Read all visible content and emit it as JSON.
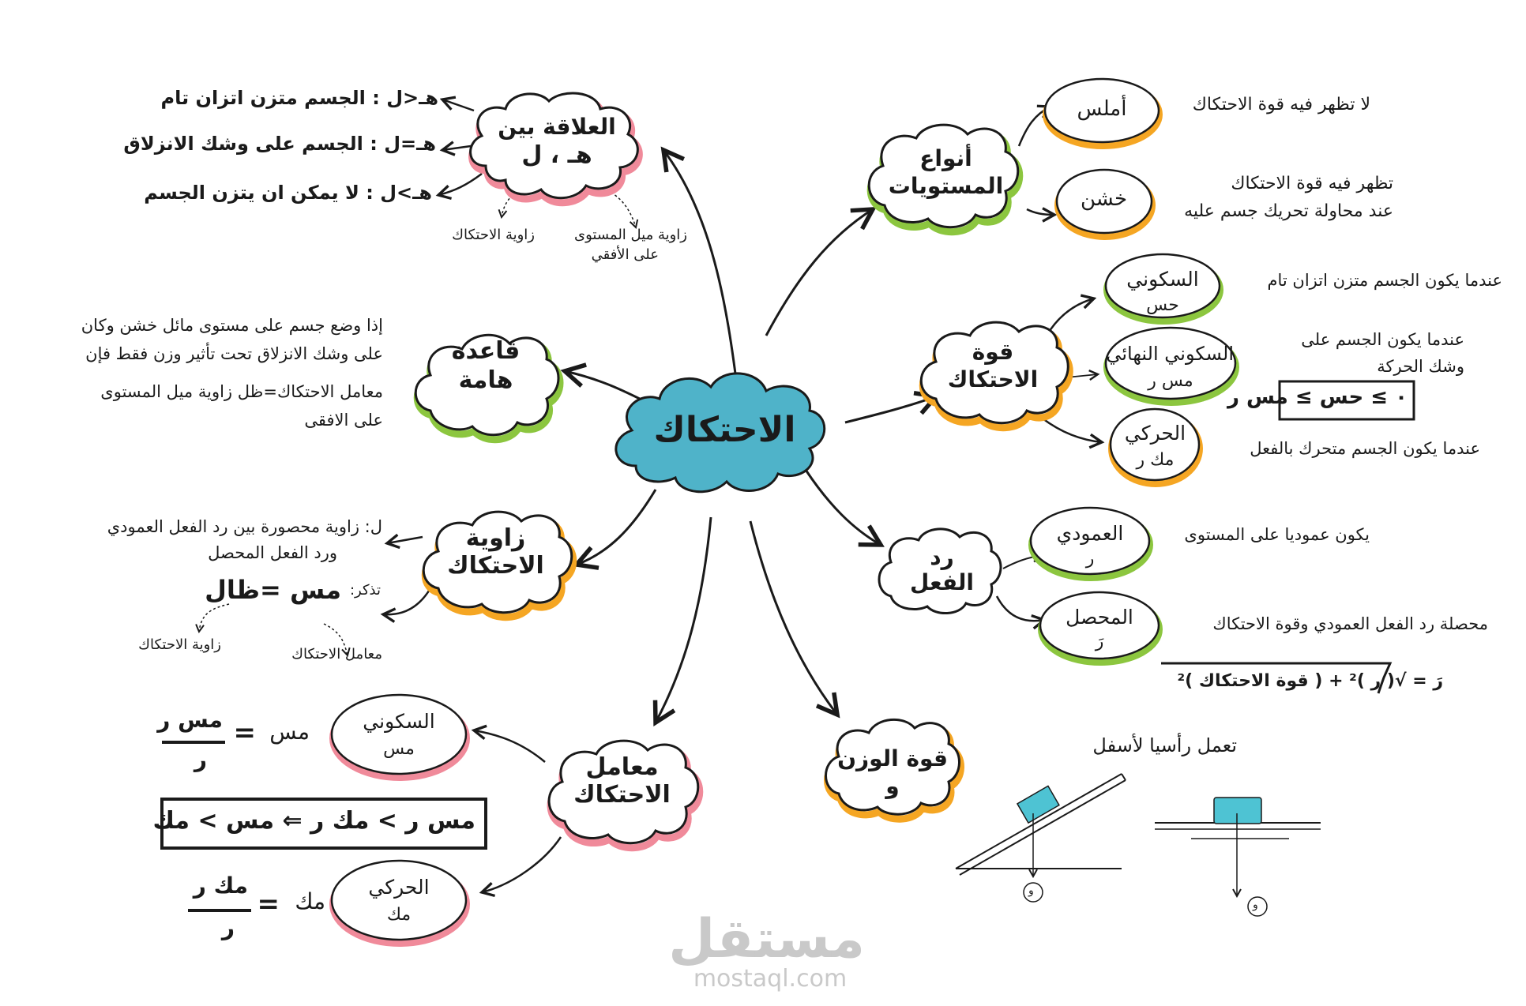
{
  "center": {
    "label": "الاحتكاك"
  },
  "relation": {
    "title_line1": "العلاقة بين",
    "title_line2": "هـ ، ل",
    "items": [
      "هـ<ل : الجسم متزن اتزان تام",
      "هـ=ل : الجسم على وشك الانزلاق",
      "هـ>ل : لا يمكن ان يتزن الجسم"
    ],
    "label_friction_angle": "زاوية الاحتكاك",
    "label_incline_line1": "زاوية ميل المستوى",
    "label_incline_line2": "على الأفقي"
  },
  "rule": {
    "title_line1": "قاعدة",
    "title_line2": "هامة",
    "lines": [
      "إذا وضع جسم على مستوى مائل خشن وكان",
      "على وشك الانزلاق تحت تأثير وزن فقط فإن",
      "معامل الاحتكاك=ظل زاوية ميل المستوى",
      "على الافقى"
    ]
  },
  "angle": {
    "title_line1": "زاوية",
    "title_line2": "الاحتكاك",
    "def_line1": "ل: زاوية محصورة بين رد الفعل العمودي",
    "def_line2": "ورد الفعل المحصل",
    "remember": "تذكر:",
    "formula": "مس =ظال",
    "label_angle": "زاوية الاحتكاك",
    "label_coef": "معامل الاحتكاك"
  },
  "coefficient": {
    "title_line1": "معامل",
    "title_line2": "الاحتكاك",
    "static_title": "السكوني",
    "static_sym": "مس",
    "kinetic_title": "الحركي",
    "kinetic_sym": "مك",
    "static_lhs": "مس",
    "static_num": "مس ر",
    "static_den": "ر",
    "kinetic_lhs": "مك",
    "kinetic_num": "مك ر",
    "kinetic_den": "ر",
    "eq": "=",
    "compare": "مس ر > مك ر ⇐ مس > مك"
  },
  "surfaces": {
    "title_line1": "أنواع",
    "title_line2": "المستويات",
    "smooth": "أملس",
    "smooth_desc": "لا تظهر فيه قوة الاحتكاك",
    "rough": "خشن",
    "rough_desc_line1": "تظهر فيه قوة الاحتكاك",
    "rough_desc_line2": "عند محاولة تحريك جسم عليه"
  },
  "friction_force": {
    "title_line1": "قوة",
    "title_line2": "الاحتكاك",
    "static_title": "السكوني",
    "static_sym": "حس",
    "static_desc": "عندما يكون الجسم متزن اتزان تام",
    "limit_title": "السكوني النهائي",
    "limit_sym": "مس ر",
    "limit_desc_line1": "عندما يكون الجسم على",
    "limit_desc_line2": "وشك الحركة",
    "limit_ineq": "٠ ≥ حس ≥ مس ر",
    "kinetic_title": "الحركي",
    "kinetic_sym": "مك ر",
    "kinetic_desc": "عندما يكون الجسم متحرك بالفعل"
  },
  "reaction": {
    "title_line1": "رد",
    "title_line2": "الفعل",
    "normal_title": "العمودي",
    "normal_sym": "ر",
    "normal_desc": "يكون عموديا على المستوى",
    "resultant_title": "المحصل",
    "resultant_sym": "رَ",
    "resultant_desc": "محصلة رد الفعل العمودي وقوة الاحتكاك",
    "formula": "رَ = √( ر )² + ( قوة الاحتكاك )²"
  },
  "weight": {
    "title_line1": "قوة الوزن",
    "title_line2": "و",
    "desc": "تعمل رأسيا لأسفل",
    "w_label": "و"
  },
  "watermark": {
    "arabic": "مستقل",
    "latin": "mostaql.com"
  },
  "colors": {
    "center_fill": "#4fb3c9",
    "pink": "#f08a9a",
    "green": "#8cc63f",
    "orange": "#f5a623",
    "cyan_block": "#4ec3d3",
    "ink": "#1a1a1a"
  }
}
